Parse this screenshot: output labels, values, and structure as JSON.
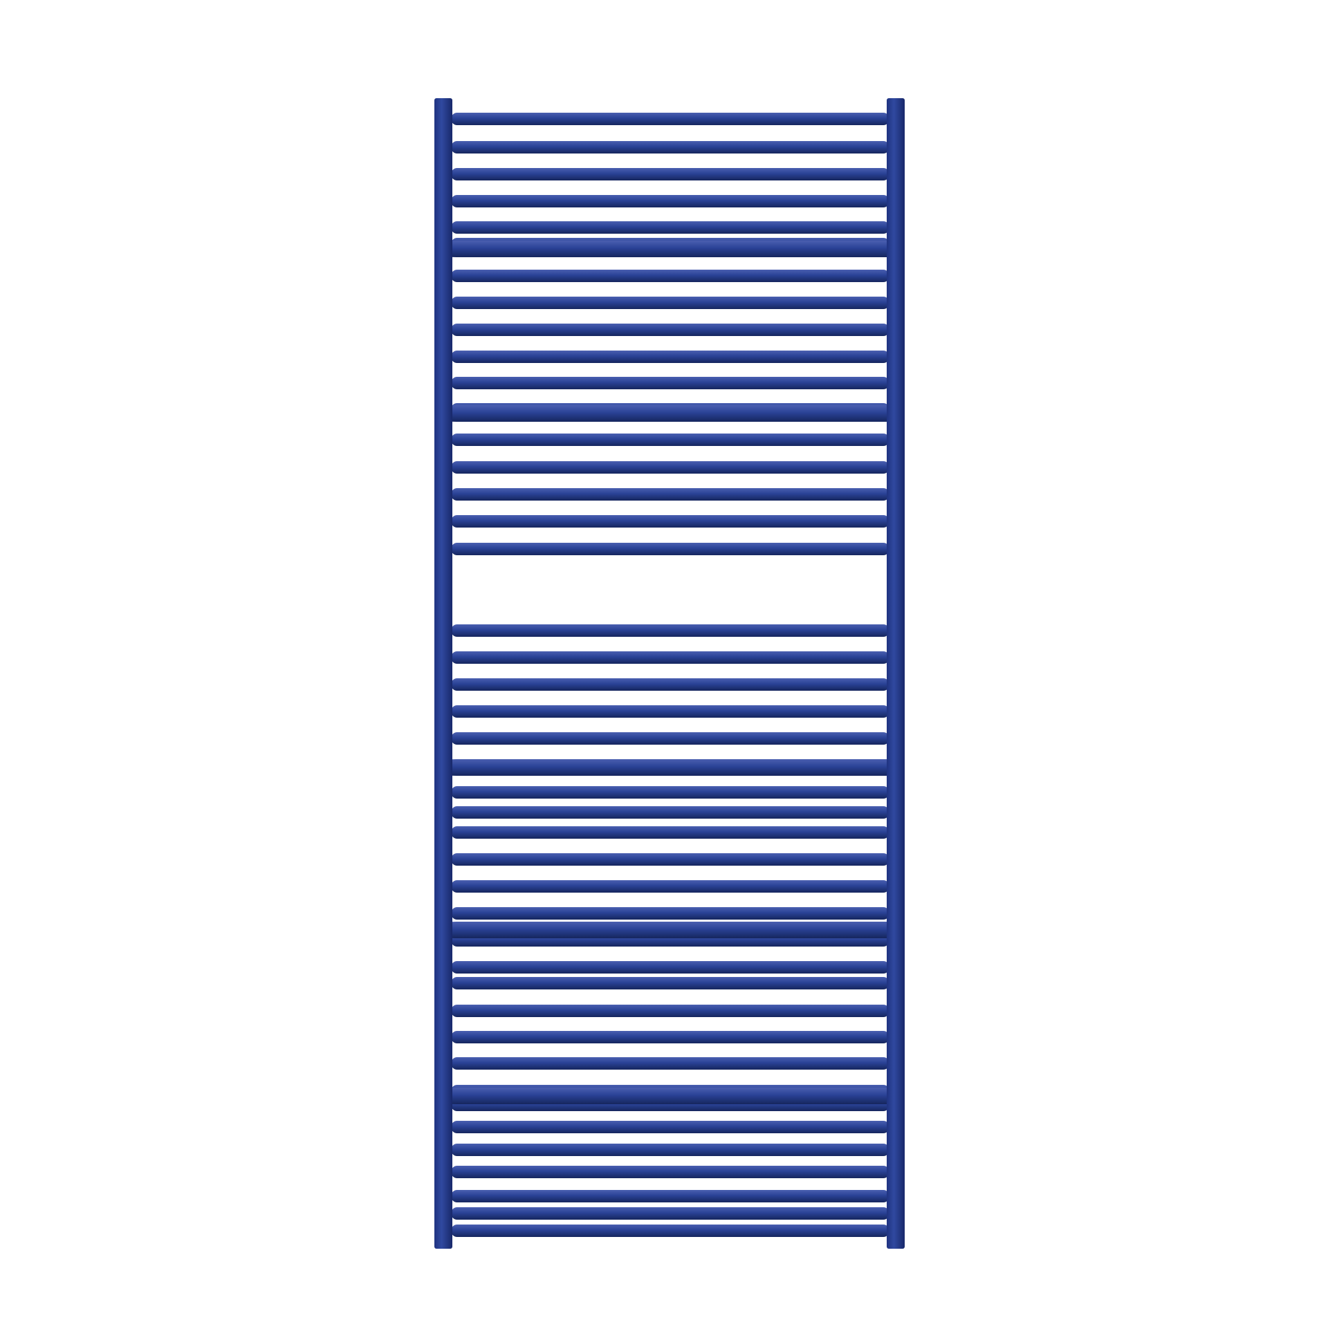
{
  "product": {
    "kind": "towel-radiator",
    "color": "#2a4296",
    "color_dark": "#1a2c6e",
    "color_highlight": "#5468b8",
    "background": "#ffffff",
    "rail_groups": [
      6,
      6,
      5,
      8,
      6,
      6,
      6
    ],
    "rail_count_total": 43
  }
}
